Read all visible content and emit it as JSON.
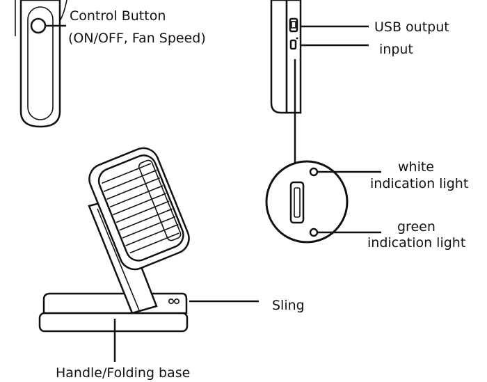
{
  "labels": {
    "control_button_line1": "Control Button",
    "control_button_line2": "(ON/OFF, Fan Speed)",
    "usb_output": "USB  output",
    "input": "input",
    "white_light_line1": "white",
    "white_light_line2": "indication light",
    "green_light_line1": "green",
    "green_light_line2": "indication light",
    "sling": "Sling",
    "handle_base": "Handle/Folding base"
  },
  "colors": {
    "stroke": "#111111",
    "background": "#ffffff"
  }
}
